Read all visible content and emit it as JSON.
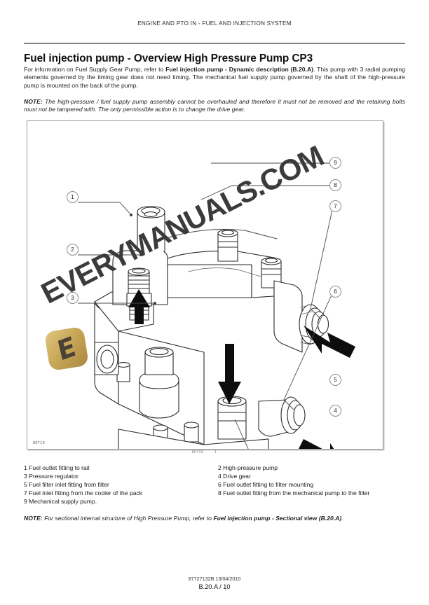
{
  "header": {
    "running_header": "ENGINE AND PTO IN - FUEL AND INJECTION SYSTEM"
  },
  "title": "Fuel injection pump - Overview High Pressure Pump CP3",
  "body": {
    "paragraph_1_part_1": "For information on Fuel Supply Gear Pump, refer to ",
    "paragraph_1_bold": "Fuel injection pump - Dynamic description (B.20.A)",
    "paragraph_1_part_2": ". This pump with 3 radial pumping elements governed by the timing gear does not need timing. The mechanical fuel supply pump governed by the shaft of the high-pressure pump is mounted on the back of the pump.",
    "note_1_label": "NOTE:",
    "note_1_text": " The high-pressure / fuel supply pump assembly cannot be overhauled and therefore it must not be removed and the retaining bolts must not be tampered with.  The only permissible action is to change the drive gear.",
    "note_2_label": "NOTE:",
    "note_2_part_1": " For sectional internal structure of High Pressure Pump, refer to ",
    "note_2_bold_1": "Fuel injection pump - Sectional view (B.20.A)",
    "note_2_part_2": "."
  },
  "figure": {
    "id": "80719",
    "caption_id": "80719",
    "caption_number": "1",
    "callouts": [
      {
        "number": "1"
      },
      {
        "number": "2"
      },
      {
        "number": "3"
      },
      {
        "number": "4"
      },
      {
        "number": "5"
      },
      {
        "number": "6"
      },
      {
        "number": "7"
      },
      {
        "number": "8"
      },
      {
        "number": "9"
      }
    ]
  },
  "legend": {
    "rows": [
      {
        "left": "1 Fuel outlet fitting to rail",
        "right": "2 High-pressure pump"
      },
      {
        "left": "3 Pressure regulator",
        "right": "4 Drive gear"
      },
      {
        "left": "5 Fuel filter inlet fitting from filter",
        "right": "6 Fuel outlet fitting to filter mounting"
      },
      {
        "left": "7 Fuel inlet fitting from the cooler of the pack",
        "right": "8 Fuel outlet fitting from the mechanical pump to the filter"
      },
      {
        "left": "9 Mechanical supply pump.",
        "right": ""
      }
    ]
  },
  "footer": {
    "document_code": "87727132B 13/04/2010",
    "page_reference": "B.20.A / 10"
  },
  "watermark": {
    "text": "EVERYMANUALS.COM",
    "logo_glyph": "E",
    "logo_color": "#c9a858"
  }
}
